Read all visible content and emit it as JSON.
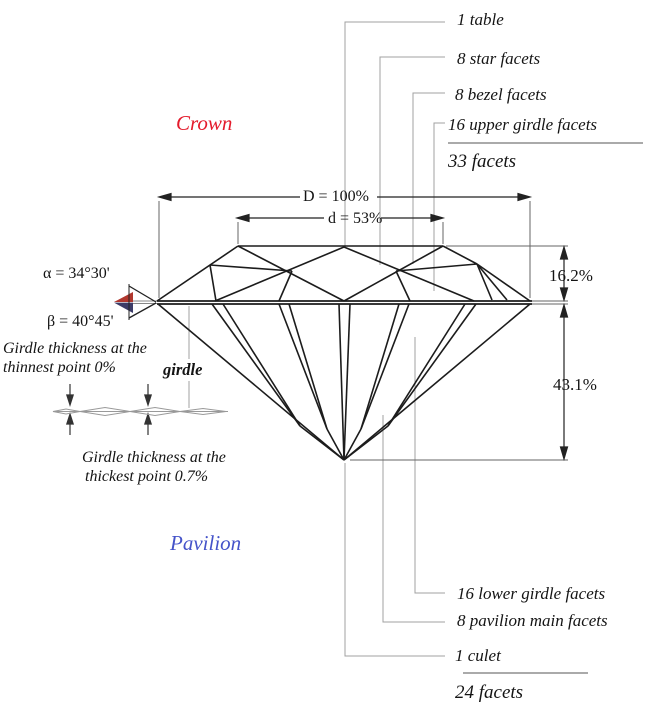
{
  "sections": {
    "crown": "Crown",
    "pavilion": "Pavilion",
    "girdle": "girdle"
  },
  "top_callouts": {
    "items": [
      "1 table",
      "8 star facets",
      "8 bezel facets",
      "16 upper girdle facets"
    ],
    "total": "33 facets"
  },
  "bottom_callouts": {
    "items": [
      "16 lower girdle facets",
      "8 pavilion main facets",
      "1 culet"
    ],
    "total": "24 facets"
  },
  "dimensions": {
    "diameter": "D = 100%",
    "table": "d = 53%",
    "crown_height": "16.2%",
    "pavilion_depth": "43.1%"
  },
  "angles": {
    "crown_angle": "α = 34°30'",
    "pavilion_angle": "β = 40°45'"
  },
  "girdle_notes": {
    "thinnest_line1": "Girdle thickness at the",
    "thinnest_line2": "thinnest point 0%",
    "thickest_line1": "Girdle thickness at the",
    "thickest_line2": "thickest point 0.7%"
  },
  "colors": {
    "crown_text": "#e41b2c",
    "pavilion_text": "#4553c9",
    "alpha_wedge": "#b0372e",
    "beta_wedge": "#3c3c68",
    "drawing_line": "#1c1c1c",
    "leader_line": "#a0a0a0"
  }
}
